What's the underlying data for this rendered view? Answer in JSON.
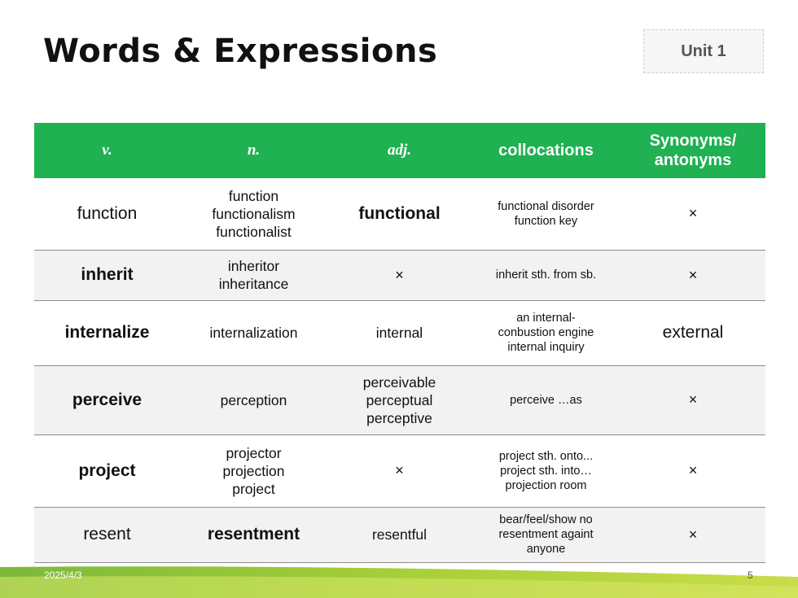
{
  "title": "Words & Expressions",
  "unit_label": "Unit 1",
  "colors": {
    "header_green": "#1fb152",
    "highlight": "#c0176f",
    "wave_green": "#8dc63f"
  },
  "table": {
    "headers": [
      "v.",
      "n.",
      "adj.",
      "collocations",
      "Synonyms/ antonyms"
    ],
    "rows": [
      {
        "v": "function",
        "n": [
          "function",
          "functionalism",
          "functionalist"
        ],
        "adj": "functional",
        "collocations": [
          "functional disorder",
          "function key"
        ],
        "syn": "×"
      },
      {
        "v": "inherit",
        "n": [
          "inheritor",
          "inheritance"
        ],
        "adj": "×",
        "collocations": [
          "inherit sth. from sb."
        ],
        "syn": "×"
      },
      {
        "v": "internalize",
        "n": [
          "internalization"
        ],
        "adj": "internal",
        "collocations": [
          "an internal-",
          "conbustion engine",
          "internal inquiry"
        ],
        "syn": "external"
      },
      {
        "v": "perceive",
        "n": [
          "perception"
        ],
        "adj": [
          "perceivable",
          "perceptual",
          "perceptive"
        ],
        "collocations": [
          "perceive …as"
        ],
        "syn": "×"
      },
      {
        "v": "project",
        "n": [
          "projector",
          "projection",
          "project"
        ],
        "adj": "×",
        "collocations": [
          "project sth. onto...",
          "project sth. into…",
          "projection room"
        ],
        "syn": "×"
      },
      {
        "v": "resent",
        "n": "resentment",
        "adj": "resentful",
        "collocations": [
          "bear/feel/show no",
          "resentment againt",
          "anyone"
        ],
        "syn": "×"
      }
    ]
  },
  "footer": {
    "date": "2025/4/3",
    "page": "5"
  }
}
